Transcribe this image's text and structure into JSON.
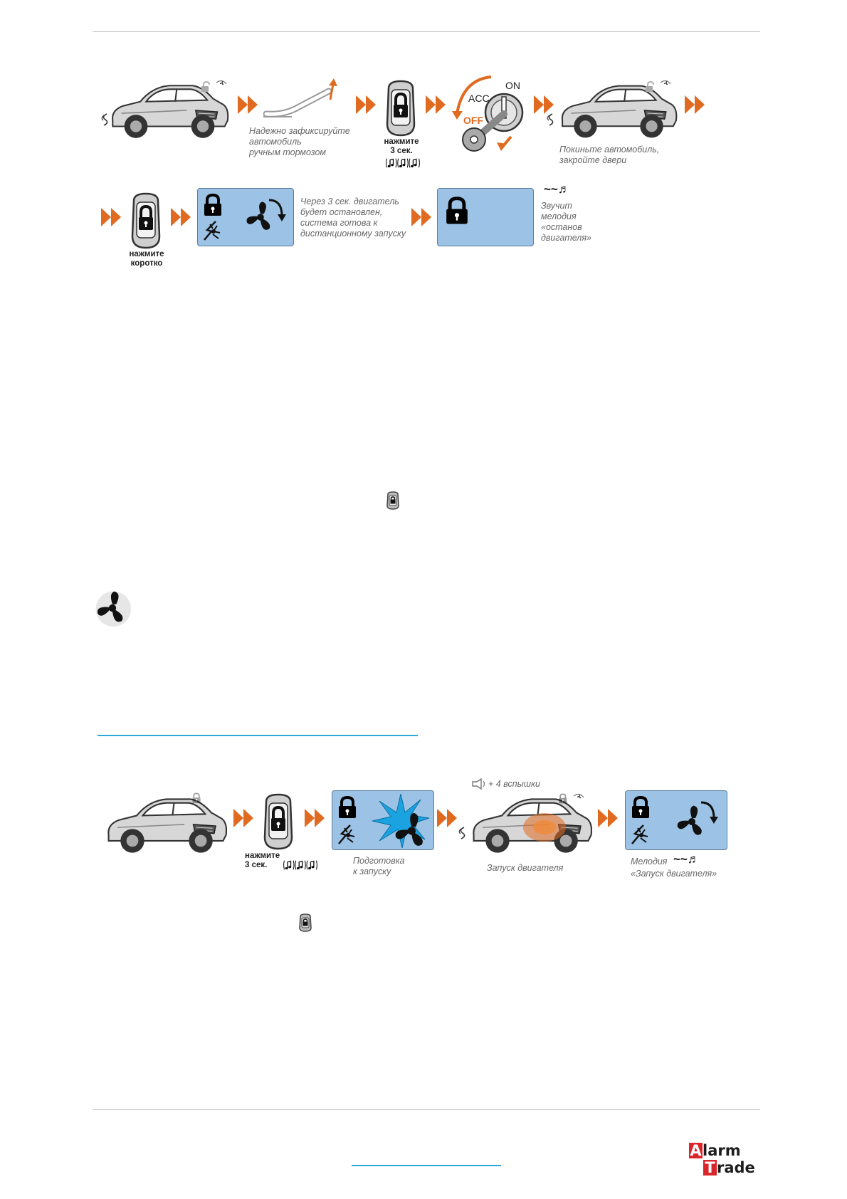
{
  "diagram1": {
    "handbrake_caption": "Надежно зафиксируйте\nавтомобиль\nручным тормозом",
    "press_3sec": "нажмите\n3 сек.",
    "ignition_on": "ON",
    "ignition_acc": "ACC",
    "ignition_off": "OFF",
    "leave_caption": "Покиньте автомобиль,\nзакройте двери",
    "press_short": "нажмите\nкоротко",
    "stop_caption": "Через 3 сек. двигатель\nбудет остановлен,\nсистема готова к\nдистанционному запуску",
    "melody_caption": "Звучит\nмелодия\n«останов\nдвигателя»",
    "melody_symbol": "~~♬"
  },
  "diagram2": {
    "flash_caption": "+ 4 вспышки",
    "press_3sec": "нажмите\n3 сек.",
    "prepare_caption": "Подготовка\nк запуску",
    "start_caption": "Запуск двигателя",
    "melody_caption": "Мелодия",
    "melody_name": "«Запуск двигателя»",
    "melody_symbol": "~~♬"
  },
  "footer": {
    "logo_letter_1": "A",
    "logo_word_1": "larm",
    "logo_letter_2": "T",
    "logo_word_2": "rade"
  },
  "colors": {
    "arrow": "#e06a1f",
    "screen": "#9cc3e6",
    "link": "#2ea8d8",
    "logo_red": "#d9262b"
  }
}
